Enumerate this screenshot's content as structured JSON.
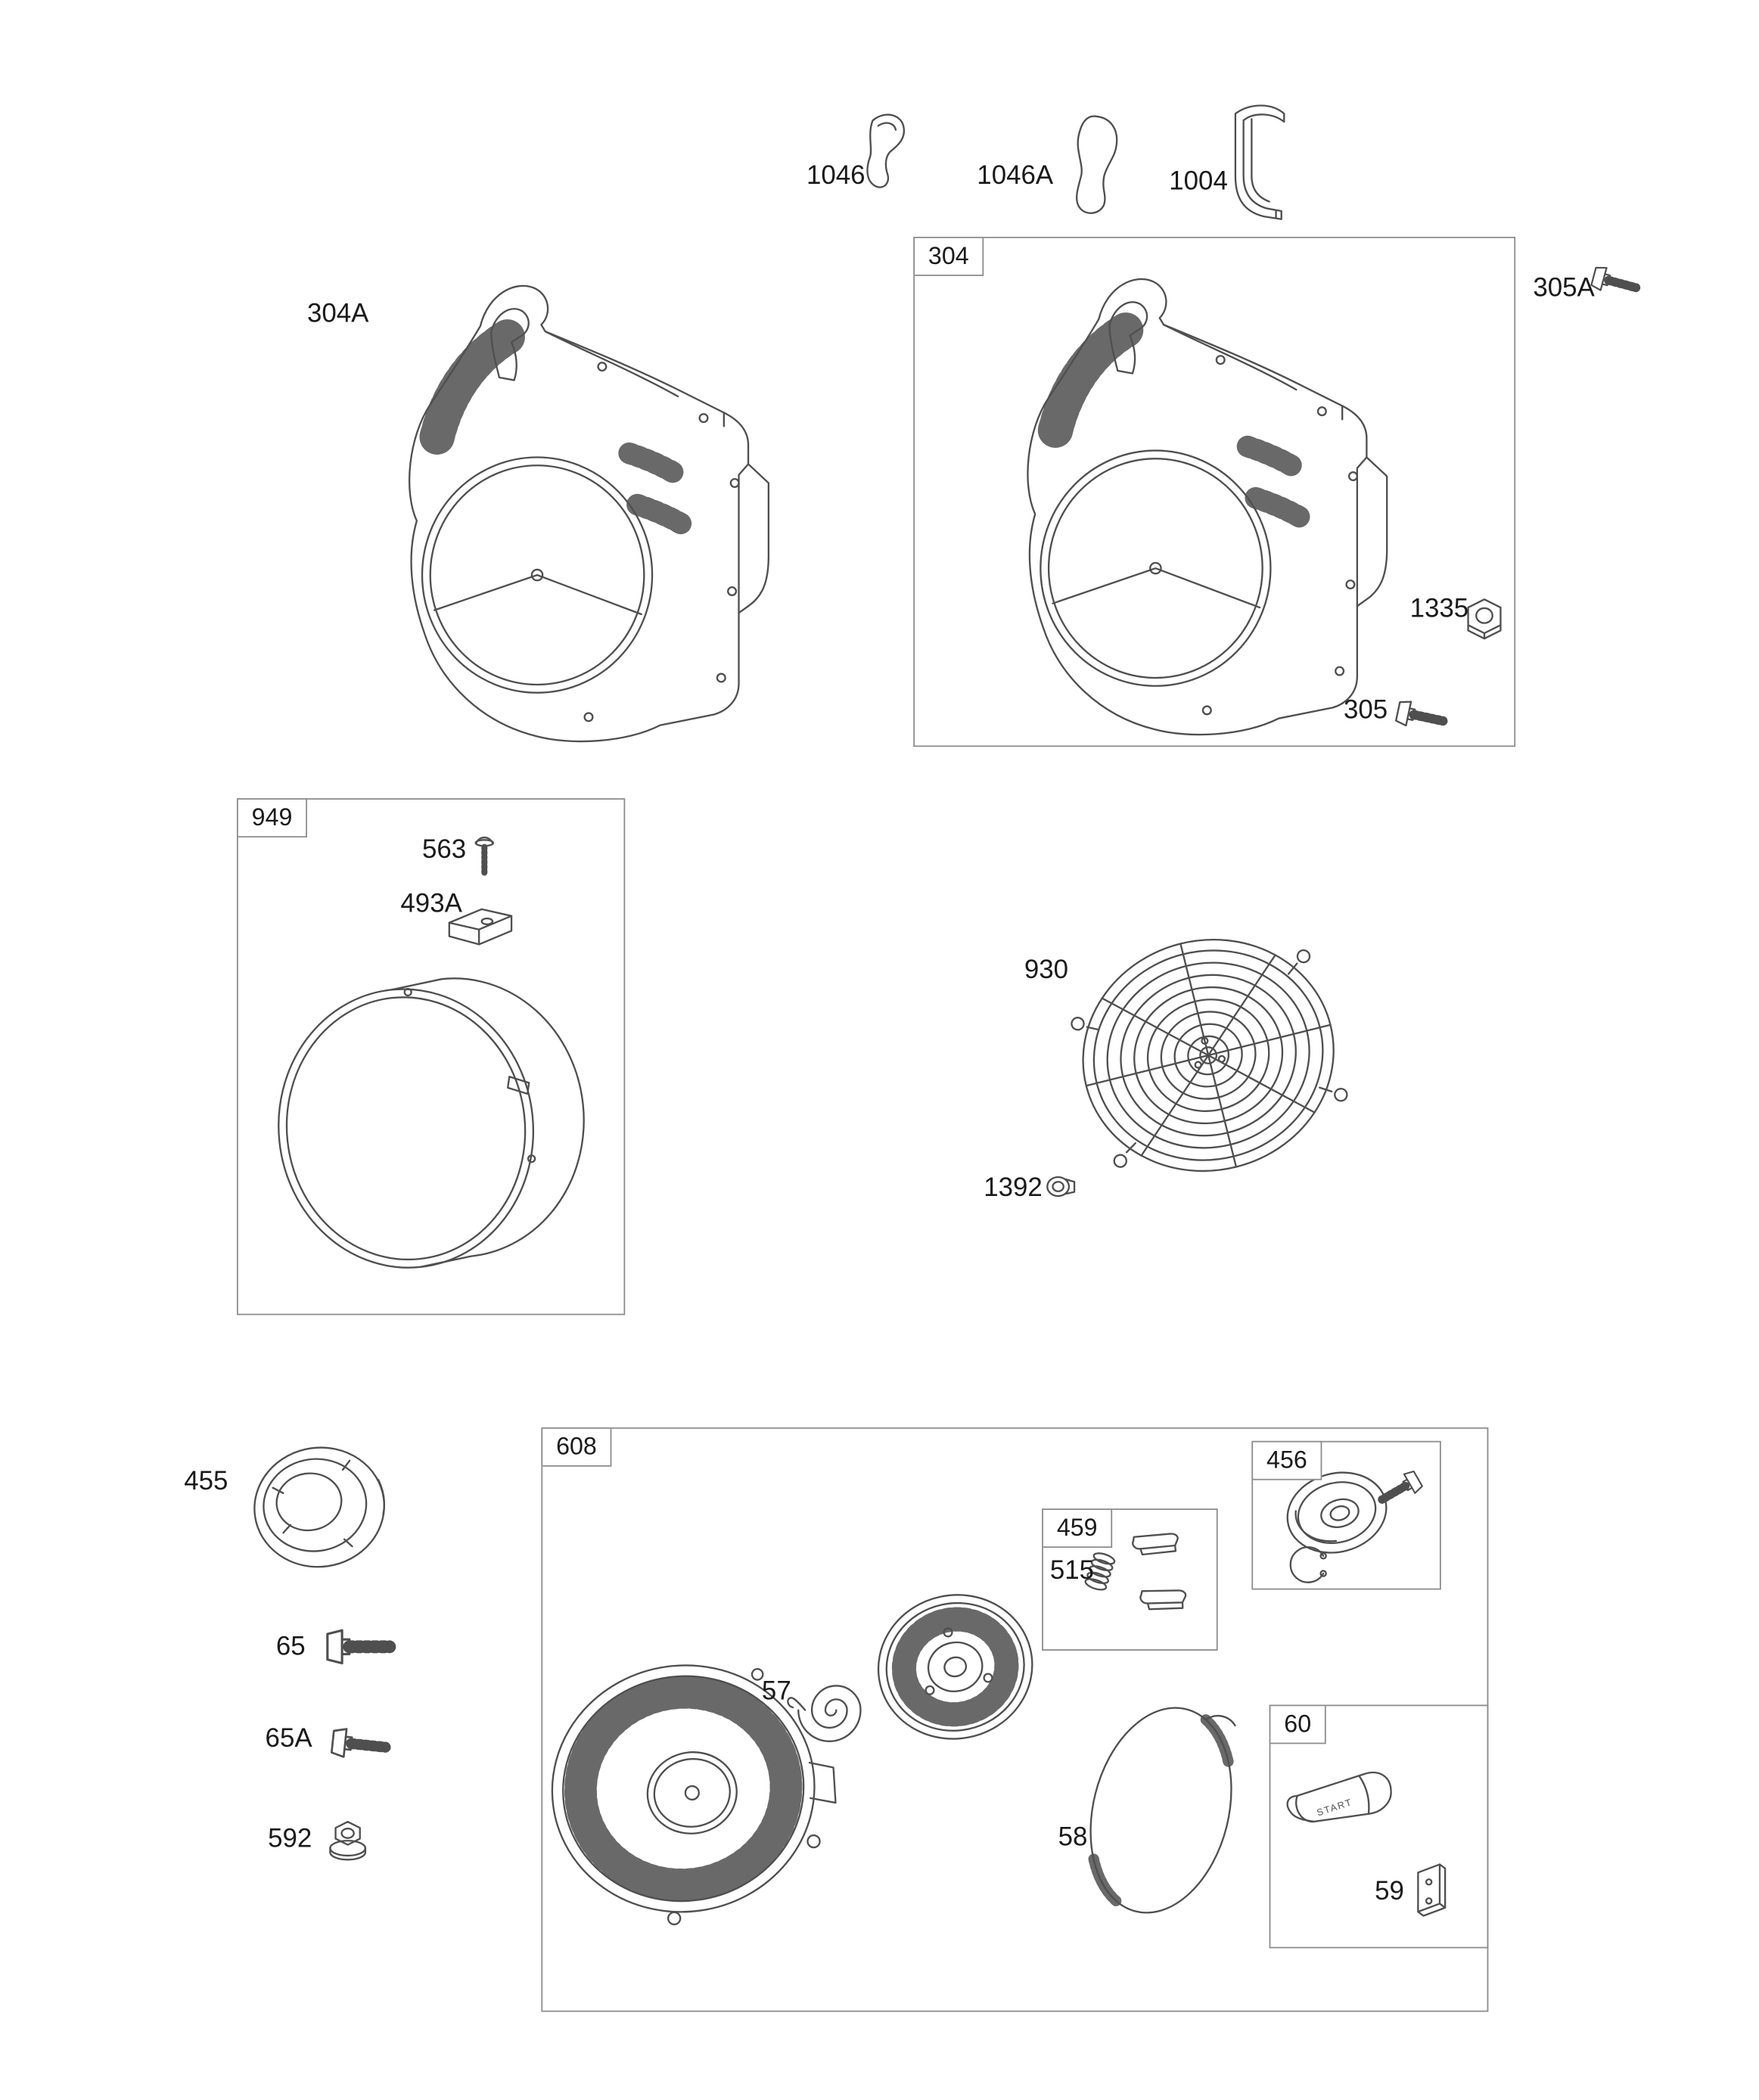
{
  "page": {
    "background": "#ffffff",
    "line_color": "#4f4f4f",
    "text_color": "#1a1a1a",
    "box_border_color": "#8c8c8c"
  },
  "groups": {
    "g304": {
      "label": "304"
    },
    "g949": {
      "label": "949"
    },
    "g608": {
      "label": "608"
    },
    "g459": {
      "label": "459"
    },
    "g456": {
      "label": "456"
    },
    "g60": {
      "label": "60"
    }
  },
  "labels": {
    "p1046": "1046",
    "p1046A": "1046A",
    "p1004": "1004",
    "p304A": "304A",
    "p305A": "305A",
    "p1335": "1335",
    "p305": "305",
    "p563": "563",
    "p493A": "493A",
    "p930": "930",
    "p1392": "1392",
    "p455": "455",
    "p65": "65",
    "p65A": "65A",
    "p592": "592",
    "p57": "57",
    "p515": "515",
    "p58": "58",
    "p59": "59"
  },
  "handle": {
    "text": "START"
  }
}
